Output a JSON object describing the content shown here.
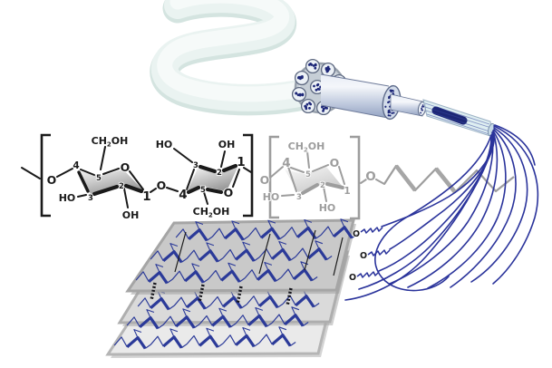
{
  "labels": {
    "ch": "CH",
    "sub_2": "2",
    "oh": "OH",
    "ho": "HO",
    "oxygen": "O",
    "c1": "1",
    "c2": "2",
    "c3": "3",
    "c4": "4",
    "c5": "5"
  },
  "colors": {
    "thread": "#2a339b",
    "chain": "#2b3a99",
    "bond": "#1a1a1a",
    "ghost": "#9d9d9d",
    "dot": "#1d2778",
    "ribbon": "#eaf3f1",
    "ribbon_shade": "#d4e4e0",
    "ribbon_highlight": "#f7fbfa",
    "sheet_top": "#c9c9c9",
    "sheet_mid": "#dadada",
    "sheet_bot": "#eaeaea",
    "sheet_edge": "#a8a8a8"
  }
}
